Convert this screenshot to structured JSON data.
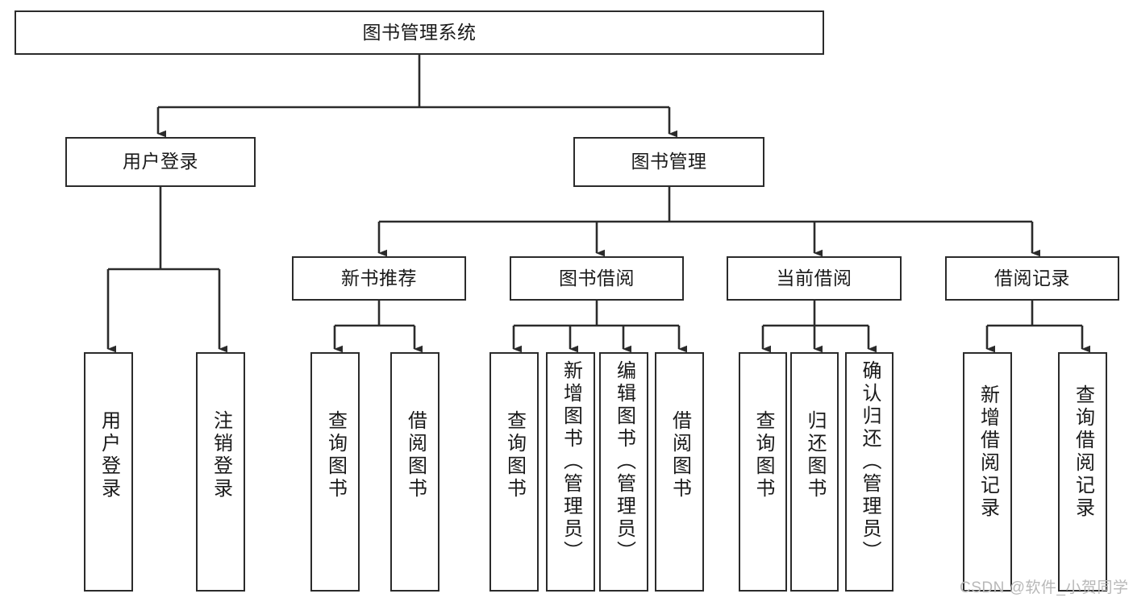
{
  "diagram": {
    "title": "图书管理系统",
    "type": "hierarchy-tree",
    "levels": 4,
    "colors": {
      "stroke": "#2b2b2b",
      "fill": "#ffffff",
      "text": "#1a1a1a",
      "watermark": "#b8b8b8"
    },
    "root": {
      "id": "root",
      "label": "图书管理系统"
    },
    "level2": [
      {
        "id": "user-login",
        "label": "用户登录"
      },
      {
        "id": "book-management",
        "label": "图书管理"
      }
    ],
    "level3": [
      {
        "id": "new-book-recommend",
        "label": "新书推荐"
      },
      {
        "id": "book-borrow",
        "label": "图书借阅"
      },
      {
        "id": "current-borrow",
        "label": "当前借阅"
      },
      {
        "id": "borrow-record",
        "label": "借阅记录"
      }
    ],
    "leaves": {
      "user_login": [
        {
          "id": "leaf-user-login",
          "label": "用户登录"
        },
        {
          "id": "leaf-logout",
          "label": "注销登录"
        }
      ],
      "new_book_recommend": [
        {
          "id": "leaf-query-book-1",
          "label": "查询图书"
        },
        {
          "id": "leaf-borrow-book-1",
          "label": "借阅图书"
        }
      ],
      "book_borrow": [
        {
          "id": "leaf-query-book-2",
          "label": "查询图书"
        },
        {
          "id": "leaf-add-book",
          "label": "新增图书（管理员）"
        },
        {
          "id": "leaf-edit-book",
          "label": "编辑图书（管理员）"
        },
        {
          "id": "leaf-borrow-book-2",
          "label": "借阅图书"
        }
      ],
      "current_borrow": [
        {
          "id": "leaf-query-book-3",
          "label": "查询图书"
        },
        {
          "id": "leaf-return-book",
          "label": "归还图书"
        },
        {
          "id": "leaf-confirm-return",
          "label": "确认归还（管理员）"
        }
      ],
      "borrow_record": [
        {
          "id": "leaf-add-record",
          "label": "新增借阅记录"
        },
        {
          "id": "leaf-query-record",
          "label": "查询借阅记录"
        }
      ]
    }
  },
  "watermark": {
    "text": "CSDN @软件_小贺同学"
  }
}
